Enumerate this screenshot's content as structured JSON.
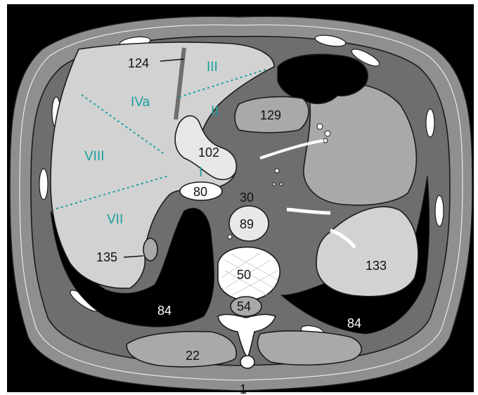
{
  "labels": {
    "l124": "124",
    "l129": "129",
    "l102": "102",
    "l80": "80",
    "l30": "30",
    "l89": "89",
    "l50": "50",
    "l54": "54",
    "l135": "135",
    "l133": "133",
    "l84_left": "84",
    "l84_right": "84",
    "l22": "22",
    "l1": "1"
  },
  "segments": {
    "III": "III",
    "IVa": "IVa",
    "II": "II",
    "VIII": "VIII",
    "I": "I",
    "VII": "VII"
  },
  "colors": {
    "frame": "#000000",
    "skin": "#8f8f8f",
    "tissue": "#6e6e6e",
    "organ_light": "#d2d2d2",
    "organ_mid": "#a9a9a9",
    "lung": "#000000",
    "segment_text": "#1aa0a0"
  }
}
